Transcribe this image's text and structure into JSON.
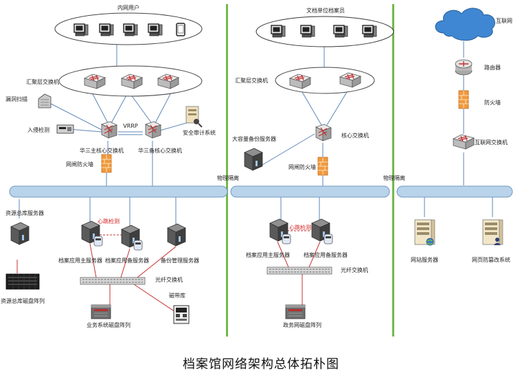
{
  "caption": "档案馆网络架构总体拓朴图",
  "zone1": {
    "intranet_users": "内网用户",
    "aggregation_switch": "汇聚层交换机",
    "vuln_scan": "漏洞扫描",
    "intrusion_detect": "入侵检测",
    "vrrp": "VRRP",
    "main_core": "华三主核心交换机",
    "backup_core": "华三备核心交换机",
    "security_audit": "安全审计系统",
    "firewall": "网闸防火墙",
    "resource_server": "资源总库服务器",
    "resource_disk": "资源总库磁盘阵列",
    "app_main": "档案应用主服务器",
    "app_backup": "档案应用备服务器",
    "backup_mgmt": "备份管理服务器",
    "heartbeat": "心跳检测",
    "fiber_switch": "光纤交换机",
    "tape_library": "磁带库",
    "business_disk": "业务系统磁盘阵列"
  },
  "zone2": {
    "archivists": "文档单位档案员",
    "aggregation_switch": "汇聚层交换机",
    "big_backup": "大容量备份服务器",
    "core_switch": "核心交换机",
    "firewall": "网闸防火墙",
    "physical_isolation": "物理隔离",
    "app_main": "档案应用主服务器",
    "app_backup": "档案应用备服务器",
    "heartbeat": "心跳检测",
    "fiber_switch": "光纤交换机",
    "gov_disk": "政务网磁盘阵列"
  },
  "zone3": {
    "internet": "互联网",
    "router": "路由器",
    "firewall": "防火墙",
    "internet_switch": "互联网交换机",
    "physical_isolation": "物理隔离",
    "web_server": "网站服务器",
    "anti_tamper": "网页防篡改系统"
  },
  "colors": {
    "bus_fill": "#b9d3ea",
    "bus_stroke": "#6f98c2",
    "divider": "#74b84a",
    "firewall": "#f09a3e",
    "cloud": "#3f87d2",
    "link": "#5b86b8",
    "red_link": "#c73030"
  }
}
